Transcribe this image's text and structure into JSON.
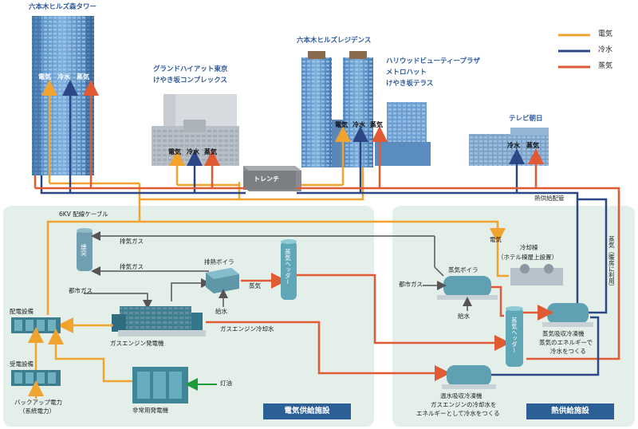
{
  "legend": [
    {
      "label": "電気",
      "color": "#f0a32e"
    },
    {
      "label": "冷水",
      "color": "#2b4786"
    },
    {
      "label": "蒸気",
      "color": "#e05a34"
    }
  ],
  "buildings": {
    "mori_tower": {
      "name": "六本木ヒルズ森タワー",
      "electric": "電気",
      "chilled": "冷水",
      "steam": "蒸気"
    },
    "grand_hyatt": {
      "name_line1": "グランドハイアット東京",
      "name_line2": "けやき坂コンプレックス",
      "electric": "電気",
      "chilled": "冷水",
      "steam": "蒸気"
    },
    "residence": {
      "name": "六本木ヒルズレジデンス",
      "electric": "電気",
      "chilled": "冷水",
      "steam": "蒸気"
    },
    "hollywood": {
      "name_line1": "ハリウッドビューティープラザ",
      "name_line2": "メトロハット",
      "name_line3": "けやき坂テラス"
    },
    "tv_asahi": {
      "name": "テレビ朝日",
      "chilled": "冷水",
      "steam": "蒸気"
    }
  },
  "trench": "トレンチ",
  "cable_label": "6KV 配線ケーブル",
  "heat_pipe_label": "熱供給配管",
  "power_plant": {
    "title": "電気供給施設",
    "chimney": "煙突",
    "exhaust_1": "排気ガス",
    "exhaust_2": "排気ガス",
    "city_gas": "都市ガス",
    "waste_heat_boiler": "排熱ボイラ",
    "steam": "蒸気",
    "feed_water": "給水",
    "steam_header": "蒸気ヘッダー",
    "gas_engine": "ガスエンジン発電機",
    "engine_cooling": "ガスエンジン冷却水",
    "distribution": "配電設備",
    "receiving": "受電設備",
    "backup_line1": "バックアップ電力",
    "backup_line2": "（系統電力）",
    "emergency_gen": "非常用発電機",
    "kerosene": "灯油"
  },
  "heat_plant": {
    "title": "熱供給施設",
    "electric": "電気",
    "city_gas": "都市ガス",
    "steam_boiler": "蒸気ボイラ",
    "feed_water": "給水",
    "cooling_tower_line1": "冷却棟",
    "cooling_tower_line2": "（ホテル棟屋上設置）",
    "steam_header": "蒸気ヘッダー",
    "steam_absorption_line1": "蒸気吸収冷凍機",
    "steam_absorption_line2": "蒸気のエネルギーで",
    "steam_absorption_line3": "冷水をつくる",
    "hot_water_absorption_line1": "温水吸収冷凍機",
    "hot_water_absorption_line2": "ガスエンジンの冷却水を",
    "hot_water_absorption_line3": "エネルギーとして冷水をつくる",
    "steam_heating": "蒸気（暖房に利用）"
  }
}
